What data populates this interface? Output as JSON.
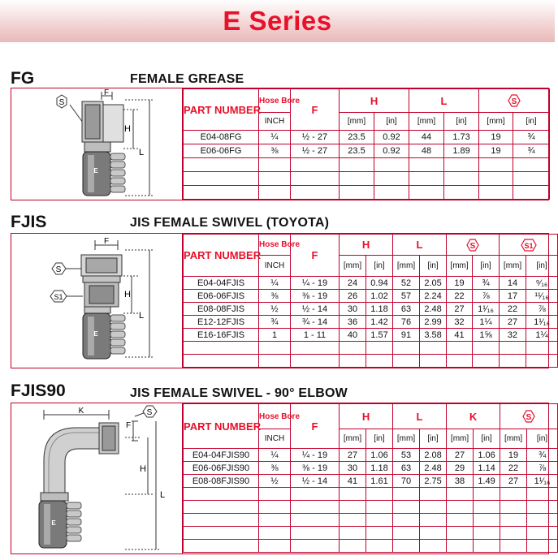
{
  "header": {
    "title": "E Series"
  },
  "colors": {
    "brand_red": "#e8102a",
    "rule_red": "#c0002a"
  },
  "sections": [
    {
      "code": "FG",
      "title": "FEMALE GREASE",
      "diagram_labels": {
        "hex": "S",
        "f": "F",
        "h": "H",
        "l": "L",
        "logo": "E"
      },
      "headers": {
        "part": "PART NUMBER",
        "hose": "Hose Bore",
        "inch": "INCH",
        "f": "F",
        "h": "H",
        "l": "L",
        "s": "S",
        "mm": "[mm]",
        "in": "[in]"
      },
      "rows": [
        [
          "E04-08FG",
          "¼",
          "½ - 27",
          "23.5",
          "0.92",
          "44",
          "1.73",
          "19",
          "¾"
        ],
        [
          "E06-06FG",
          "⅜",
          "½ - 27",
          "23.5",
          "0.92",
          "48",
          "1.89",
          "19",
          "¾"
        ],
        [
          "",
          "",
          "",
          "",
          "",
          "",
          "",
          "",
          ""
        ],
        [
          "",
          "",
          "",
          "",
          "",
          "",
          "",
          "",
          ""
        ],
        [
          "",
          "",
          "",
          "",
          "",
          "",
          "",
          "",
          ""
        ]
      ]
    },
    {
      "code": "FJIS",
      "title": "JIS FEMALE SWIVEL (TOYOTA)",
      "diagram_labels": {
        "hex": "S",
        "hex2": "S1",
        "f": "F",
        "h": "H",
        "l": "L",
        "logo": "E"
      },
      "headers": {
        "part": "PART NUMBER",
        "hose": "Hose Bore",
        "inch": "INCH",
        "f": "F",
        "h": "H",
        "l": "L",
        "s": "S",
        "s1": "S1",
        "mm": "[mm]",
        "in": "[in]"
      },
      "rows": [
        [
          "E04-04FJIS",
          "¼",
          "¼ - 19",
          "24",
          "0.94",
          "52",
          "2.05",
          "19",
          "¾",
          "14",
          "⁹⁄₁₆"
        ],
        [
          "E06-06FJIS",
          "⅜",
          "⅜ - 19",
          "26",
          "1.02",
          "57",
          "2.24",
          "22",
          "⅞",
          "17",
          "¹¹⁄₁₆"
        ],
        [
          "E08-08FJIS",
          "½",
          "½ - 14",
          "30",
          "1.18",
          "63",
          "2.48",
          "27",
          "1¹⁄₁₆",
          "22",
          "⅞"
        ],
        [
          "E12-12FJIS",
          "¾",
          "¾ - 14",
          "36",
          "1.42",
          "76",
          "2.99",
          "32",
          "1¼",
          "27",
          "1¹⁄₁₆"
        ],
        [
          "E16-16FJIS",
          "1",
          "1 - 11",
          "40",
          "1.57",
          "91",
          "3.58",
          "41",
          "1⅝",
          "32",
          "1¼"
        ],
        [
          "",
          "",
          "",
          "",
          "",
          "",
          "",
          "",
          "",
          "",
          ""
        ],
        [
          "",
          "",
          "",
          "",
          "",
          "",
          "",
          "",
          "",
          "",
          ""
        ]
      ]
    },
    {
      "code": "FJIS90",
      "title": "JIS FEMALE SWIVEL - 90° ELBOW",
      "diagram_labels": {
        "hex": "S",
        "k": "K",
        "f": "F",
        "h": "H",
        "l": "L",
        "logo": "E"
      },
      "headers": {
        "part": "PART NUMBER",
        "hose": "Hose Bore",
        "inch": "INCH",
        "f": "F",
        "h": "H",
        "l": "L",
        "k": "K",
        "s": "S",
        "mm": "[mm]",
        "in": "[in]"
      },
      "rows": [
        [
          "E04-04FJIS90",
          "¼",
          "¼ - 19",
          "27",
          "1.06",
          "53",
          "2.08",
          "27",
          "1.06",
          "19",
          "¾"
        ],
        [
          "E06-06FJIS90",
          "⅜",
          "⅜ - 19",
          "30",
          "1.18",
          "63",
          "2.48",
          "29",
          "1.14",
          "22",
          "⅞"
        ],
        [
          "E08-08FJIS90",
          "½",
          "½ - 14",
          "41",
          "1.61",
          "70",
          "2.75",
          "38",
          "1.49",
          "27",
          "1¹⁄₁₆"
        ],
        [
          "",
          "",
          "",
          "",
          "",
          "",
          "",
          "",
          "",
          "",
          ""
        ],
        [
          "",
          "",
          "",
          "",
          "",
          "",
          "",
          "",
          "",
          "",
          ""
        ],
        [
          "",
          "",
          "",
          "",
          "",
          "",
          "",
          "",
          "",
          "",
          ""
        ],
        [
          "",
          "",
          "",
          "",
          "",
          "",
          "",
          "",
          "",
          "",
          ""
        ],
        [
          "",
          "",
          "",
          "",
          "",
          "",
          "",
          "",
          "",
          "",
          ""
        ]
      ]
    }
  ]
}
